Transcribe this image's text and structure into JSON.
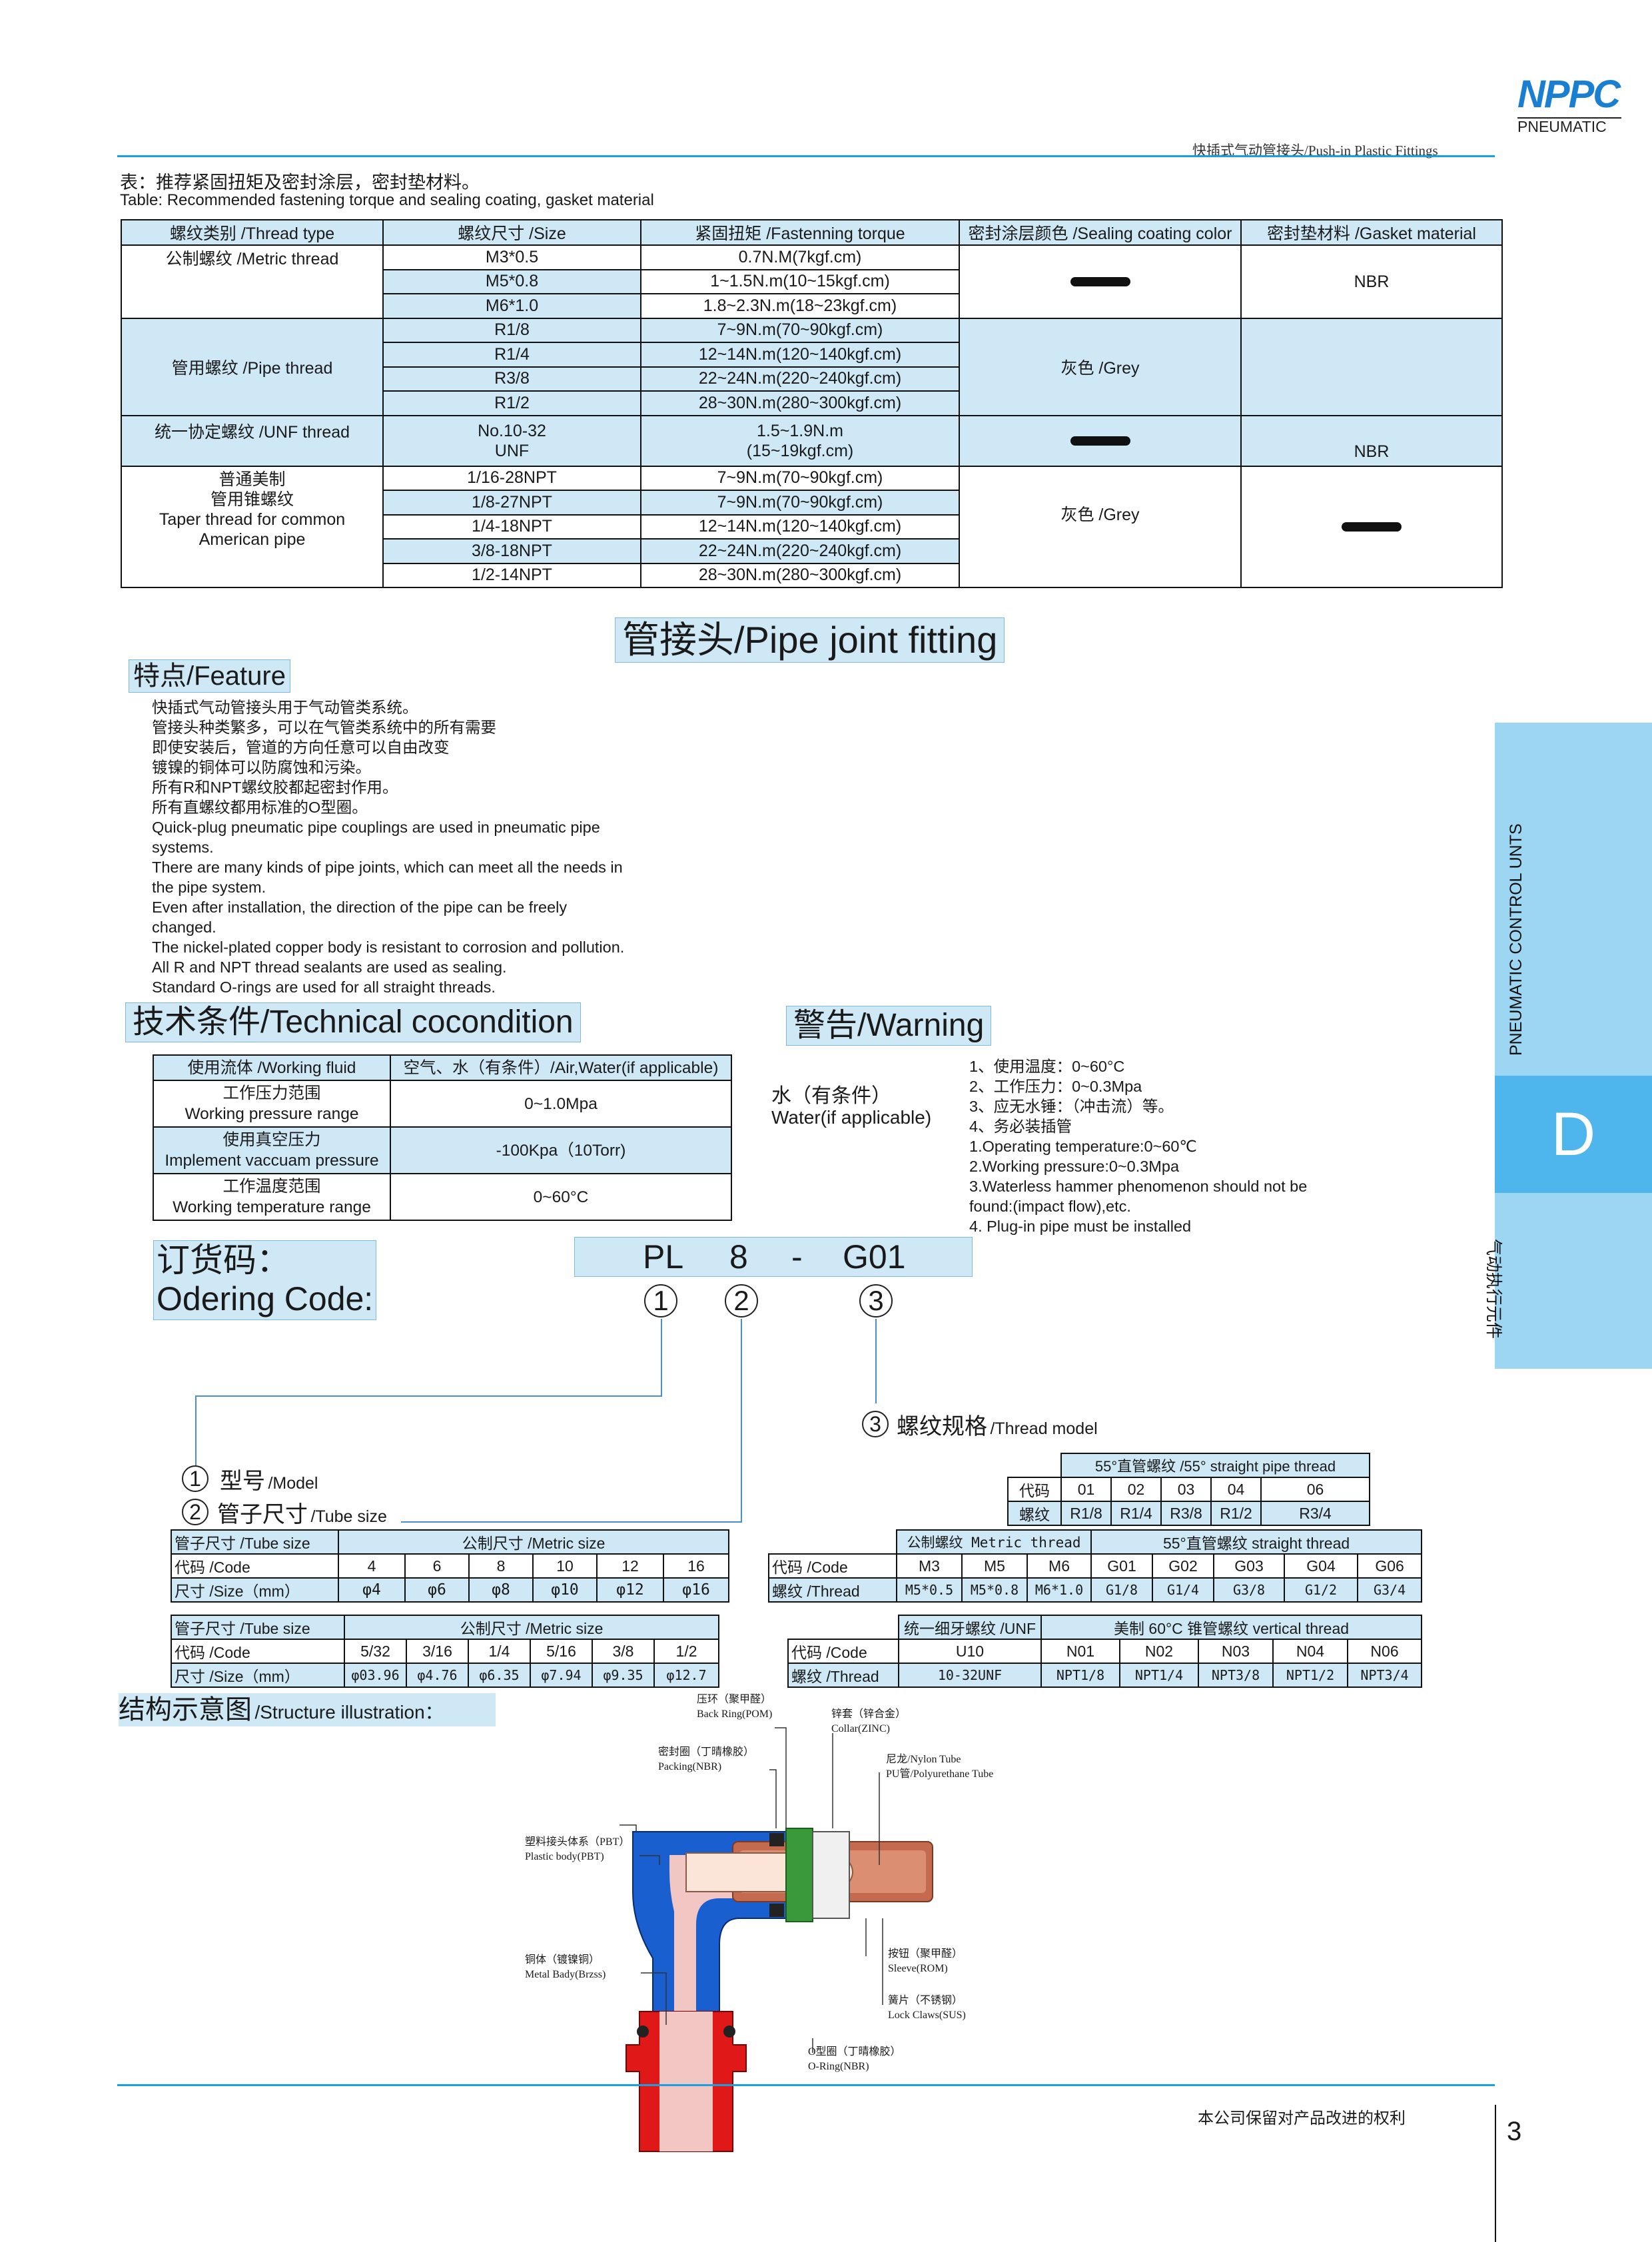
{
  "header": {
    "logo": "NPPC",
    "logo_sub": "PNEUMATIC",
    "crumb": "快插式气动管接头/Push-in Plastic Fittings"
  },
  "sidebar": {
    "en": "PNEUMATIC CONTROL UNTS",
    "letter": "D",
    "cn": "气动执行元件"
  },
  "table1": {
    "caption_cn": "表：推荐紧固扭矩及密封涂层，密封垫材料。",
    "caption_en": "Table: Recommended fastening torque and sealing coating, gasket material",
    "headers": [
      "螺纹类别 /Thread type",
      "螺纹尺寸 /Size",
      "紧固扭矩 /Fastenning torque",
      "密封涂层颜色 /Sealing coating color",
      "密封垫材料 /Gasket material"
    ],
    "metric": {
      "type": "公制螺纹 /Metric thread",
      "rows": [
        [
          "M3*0.5",
          "0.7N.M(7kgf.cm)"
        ],
        [
          "M5*0.8",
          "1~1.5N.m(10~15kgf.cm)"
        ],
        [
          "M6*1.0",
          "1.8~2.3N.m(18~23kgf.cm)"
        ]
      ],
      "gasket": "NBR"
    },
    "pipe": {
      "type": "管用螺纹 /Pipe thread",
      "rows": [
        [
          "R1/8",
          "7~9N.m(70~90kgf.cm)"
        ],
        [
          "R1/4",
          "12~14N.m(120~140kgf.cm)"
        ],
        [
          "R3/8",
          "22~24N.m(220~240kgf.cm)"
        ],
        [
          "R1/2",
          "28~30N.m(280~300kgf.cm)"
        ]
      ],
      "color": "灰色 /Grey"
    },
    "unf": {
      "type": "统一协定螺纹 /UNF thread",
      "size1": "No.10-32",
      "size2": "UNF",
      "torque1": "1.5~1.9N.m",
      "torque2": "(15~19kgf.cm)",
      "gasket": "NBR"
    },
    "npt": {
      "type1": "普通美制",
      "type2": "管用锥螺纹",
      "type3": "Taper thread for common",
      "type4": "American pipe",
      "rows": [
        [
          "1/16-28NPT",
          "7~9N.m(70~90kgf.cm)"
        ],
        [
          "1/8-27NPT",
          "7~9N.m(70~90kgf.cm)"
        ],
        [
          "1/4-18NPT",
          "12~14N.m(120~140kgf.cm)"
        ],
        [
          "3/8-18NPT",
          "22~24N.m(220~240kgf.cm)"
        ],
        [
          "1/2-14NPT",
          "28~30N.m(280~300kgf.cm)"
        ]
      ],
      "color": "灰色 /Grey"
    }
  },
  "title": "管接头/Pipe joint fitting",
  "feature": {
    "heading": "特点/Feature",
    "text": "快插式气动管接头用于气动管类系统。\n管接头种类繁多，可以在气管类系统中的所有需要\n即使安装后，管道的方向任意可以自由改变\n镀镍的铜体可以防腐蚀和污染。\n所有R和NPT螺纹胶都起密封作用。\n所有直螺纹都用标准的O型圈。\nQuick-plug pneumatic pipe couplings are used in pneumatic pipe\nsystems.\nThere are many kinds of pipe joints, which can meet all the needs in\nthe pipe system.\nEven after installation, the direction of the pipe can be freely\nchanged.\nThe nickel-plated copper body is resistant to corrosion and pollution.\nAll R and NPT thread sealants are used as sealing.\nStandard O-rings are used for all straight threads."
  },
  "tech": {
    "heading": "技术条件/Technical cocondition",
    "rows": [
      {
        "k1": "使用流体 /Working fluid",
        "k2": "",
        "v": "空气、水（有条件）/Air,Water(if applicable)"
      },
      {
        "k1": "工作压力范围",
        "k2": "Working pressure range",
        "v": "0~1.0Mpa"
      },
      {
        "k1": "使用真空压力",
        "k2": "Implement vaccuam pressure",
        "v": "-100Kpa（10Torr)"
      },
      {
        "k1": "工作温度范围",
        "k2": "Working temperature range",
        "v": "0~60°C"
      }
    ]
  },
  "warning": {
    "heading": "警告/Warning",
    "water_cn": "水（有条件）",
    "water_en": "Water(if applicable)",
    "lines": [
      "1、使用温度：0~60°C",
      "2、工作压力：0~0.3Mpa",
      "3、应无水锤：（冲击流）等。",
      "4、务必装插管",
      "1.Operating temperature:0~60℃",
      "2.Working pressure:0~0.3Mpa",
      "3.Waterless hammer phenomenon should not be",
      "found:(impact flow),etc.",
      "4. Plug-in pipe must be installed"
    ]
  },
  "order": {
    "heading1": "订货码：",
    "heading2": "Odering Code:",
    "code": [
      "PL",
      "8",
      "-",
      "G01"
    ],
    "n1": "1",
    "n2": "2",
    "n3": "3",
    "label1_cn": "型号",
    "label1_en": "/Model",
    "label2_cn": "管子尺寸",
    "label2_en": "/Tube size",
    "label3_cn": "螺纹规格",
    "label3_en": "/Thread model"
  },
  "thread55": {
    "title": "55°直管螺纹 /55° straight pipe thread",
    "code_label": "代码",
    "codes": [
      "01",
      "02",
      "03",
      "04",
      "06"
    ],
    "thread_label": "螺纹",
    "threads": [
      "R1/8",
      "R1/4",
      "R3/8",
      "R1/2",
      "R3/4"
    ]
  },
  "tube_metric": {
    "h1": "管子尺寸 /Tube size",
    "h2": "公制尺寸 /Metric size",
    "code_label": "代码 /Code",
    "codes": [
      "4",
      "6",
      "8",
      "10",
      "12",
      "16"
    ],
    "size_label": "尺寸 /Size（mm）",
    "sizes": [
      "φ4",
      "φ6",
      "φ8",
      "φ10",
      "φ12",
      "φ16"
    ]
  },
  "tube_inch": {
    "h1": "管子尺寸 /Tube size",
    "h2": "公制尺寸 /Metric size",
    "code_label": "代码 /Code",
    "codes": [
      "5/32",
      "3/16",
      "1/4",
      "5/16",
      "3/8",
      "1/2"
    ],
    "size_label": "尺寸 /Size（mm）",
    "sizes": [
      "φ03.96",
      "φ4.76",
      "φ6.35",
      "φ7.94",
      "φ9.35",
      "φ12.7"
    ]
  },
  "thread_metric": {
    "h1": "公制螺纹 Metric thread",
    "h2": "55°直管螺纹 straight thread",
    "code_label": "代码 /Code",
    "codes": [
      "M3",
      "M5",
      "M6",
      "G01",
      "G02",
      "G03",
      "G04",
      "G06"
    ],
    "thread_label": "螺纹 /Thread",
    "threads": [
      "M5*0.5",
      "M5*0.8",
      "M6*1.0",
      "G1/8",
      "G1/4",
      "G3/8",
      "G1/2",
      "G3/4"
    ]
  },
  "thread_unf": {
    "h1": "统一细牙螺纹 /UNF",
    "h2": "美制 60°C 锥管螺纹 vertical thread",
    "code_label": "代码 /Code",
    "codes": [
      "U10",
      "N01",
      "N02",
      "N03",
      "N04",
      "N06"
    ],
    "thread_label": "螺纹 /Thread",
    "threads": [
      "10-32UNF",
      "NPT1/8",
      "NPT1/4",
      "NPT3/8",
      "NPT1/2",
      "NPT3/4"
    ]
  },
  "structure": {
    "heading_cn": "结构示意图",
    "heading_en": "/Structure illustration：",
    "labels": {
      "backring": [
        "压环（聚甲醛）",
        "Back Ring(POM)"
      ],
      "collar": [
        "锌套（锌合金）",
        "Collar(ZINC)"
      ],
      "packing": [
        "密封圈（丁晴橡胶）",
        "Packing(NBR)"
      ],
      "tube": [
        "尼龙/Nylon Tube",
        "PU管/Polyurethane Tube"
      ],
      "body": [
        "塑料接头体系（PBT）",
        "Plastic body(PBT)"
      ],
      "metal": [
        "铜体（镀镍铜）",
        "Metal Bady(Brzss)"
      ],
      "sleeve": [
        "按钮（聚甲醛）",
        "Sleeve(ROM)"
      ],
      "claws": [
        "簧片（不锈钢）",
        "Lock Claws(SUS)"
      ],
      "oring": [
        "O型圈（丁晴橡胶）",
        "O-Ring(NBR)"
      ]
    }
  },
  "footer": {
    "note": "本公司保留对产品改进的权利",
    "page": "3"
  },
  "colors": {
    "accent": "#1aa0df",
    "sidebar": "#9dd6f3",
    "sidebar_dark": "#4eb6ec",
    "cell": "#cfe8f6"
  }
}
